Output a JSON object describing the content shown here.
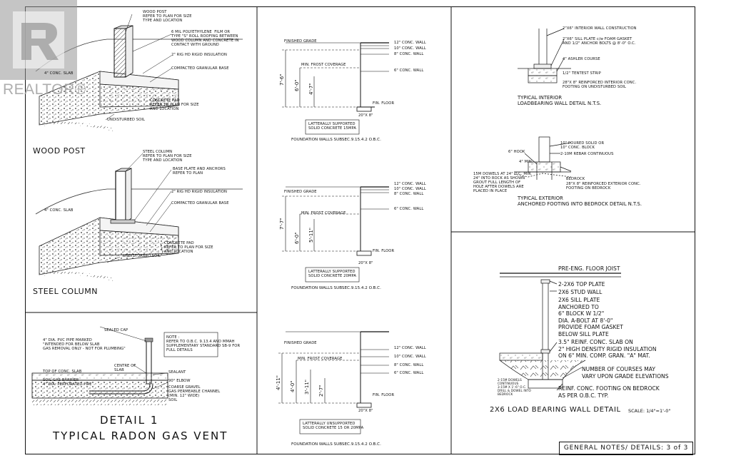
{
  "watermark": {
    "brand": "REALTOR®"
  },
  "wood_post": {
    "title": "WOOD POST",
    "labels": {
      "post": "WOOD POST\nREFER TO PLAN FOR SIZE\nTYPE AND LOCATION",
      "film": "6 MIL POLYETHYLENE  FILM OR\nTYPE \"S\" ROLL ROOFING BETWEEN\nWOOD COLUMN AND CONCRETE IN\nCONTACT WITH GROUND",
      "insulation": "2\" RIG HD RIGID INSULATION",
      "slab": "4\" CONC. SLAB",
      "base": "COMPACTED GRANULAR BASE",
      "pad": "CONCRETE PAD\nREFER TO PLAN FOR SIZE\nAND LOCATION",
      "soil": "UNDISTURBED SOIL"
    }
  },
  "steel_column": {
    "title": "STEEL COLUMN",
    "labels": {
      "column": "STEEL COLUMN\nREFER TO PLAN FOR SIZE\nTYPE AND LOCATION",
      "plate": "BASE PLATE AND ANCHORS\nREFER TO PLAN",
      "insulation": "2\" RIG HD RIGID INSULATION",
      "slab": "4\" CONC. SLAB",
      "base": "COMPACTED GRANULAR BASE",
      "pad": "CONCRETE PAD\nREFER TO PLAN FOR SIZE\nAND LOCATION",
      "soil": "UNDISTURBED SOIL"
    }
  },
  "radon": {
    "labels": {
      "cap": "SEALED CAP",
      "pipe": "4\" DIA. PVC PIPE MARKED\n\"INTENDED FOR BELOW SLAB\nGAS REMOVAL ONLY - NOT FOR PLUMBING\"",
      "note": "NOTE :\nREFER TO O.B.C. 9.13.4 AND MMAH\nSUPPLEMENTARY STANDARD SB-9 FOR\nFULL DETAILS",
      "centre": "CENTRE OF\nSLAB",
      "sealant": "SEALANT",
      "top": "TOP OF CONC. SLAB",
      "elbow": "90° ELBOW",
      "gas_layer": "SOIL GAS BARRIER\n4\" DIA. PERFORATED PIPE",
      "gravel": "COARSE GRAVEL\nGAS PERMEABLE CHANNEL\n(MIN. 12\" WIDE)",
      "soil": "SOIL"
    },
    "title": "DETAIL 1",
    "subtitle": "TYPICAL RADON GAS VENT"
  },
  "foundation_1": {
    "labels": {
      "grade": "FINISHED GRADE",
      "frost": "MIN. FROST COVERAGE",
      "floor": "FIN. FLOOR",
      "footing": "20\"X 8\""
    },
    "walls": [
      "12\" CONC. WALL",
      "10\" CONC. WALL",
      "8\" CONC. WALL",
      "6\" CONC. WALL"
    ],
    "dims": [
      "7'-6\"",
      "6'-0\"",
      "4'-7\""
    ],
    "note": "LATTERALLY SUPPORTED\nSOLID CONCRETE 15MPA",
    "caption": "FOUNDATION WALLS SUBSEC.9.15.4.2 O.B.C."
  },
  "foundation_2": {
    "labels": {
      "grade": "FINISHED GRADE",
      "frost": "MIN. FROST COVERAGE",
      "floor": "FIN. FLOOR",
      "footing": "20\"X 8\""
    },
    "walls": [
      "12\" CONC. WALL",
      "10\" CONC. WALL",
      "8\" CONC. WALL",
      "6\" CONC. WALL"
    ],
    "dims": [
      "7'-7\"",
      "6'-0\"",
      "5'-11\""
    ],
    "note": "LATTERALLY SUPPORTED\nSOLID CONCRETE 20MPA",
    "caption": "FOUNDATION WALLS SUBSEC.9.15.4.2 O.B.C."
  },
  "foundation_3": {
    "labels": {
      "grade": "FINISHED GRADE",
      "frost": "MIN. FROST COVERAGE",
      "floor": "FIN. FLOOR",
      "footing": "20\"X 8\""
    },
    "walls": [
      "12\" CONC. WALL",
      "10\" CONC. WALL",
      "8\" CONC. WALL",
      "6\" CONC. WALL"
    ],
    "dims": [
      "4'-11\"",
      "4'-0\"",
      "3'-11\"",
      "2'-7\""
    ],
    "note": "LATTERALLY UNSUPPORTED\nSOLID CONCRETE 15 OR 20MPA",
    "caption": "FOUNDATION WALLS SUBSEC.9.15.4.2 O.B.C."
  },
  "interior_wall": {
    "labels": {
      "wall": "2\"X6\" INTERIOR WALL CONSTRUCTION",
      "sill": "2\"X6\" SILL PLATE c/w FOAM GASKET\nAND 1/2\" ANCHOR BOLTS @ 8'-0\" O.C.",
      "ashlar": "4\" ASHLER COURSE",
      "strip": "1/2\" TENTEST STRIP",
      "footing": "28\"X 8\" REINFORCED INTERIOR CONC.\nFOOTING ON UNDISTURBED SOIL"
    },
    "caption": "TYPICAL INTERIOR\nLOADBEARING WALL DETAIL N.T.S."
  },
  "exterior_footing": {
    "labels": {
      "block": "10\" POURED SOLID OR\n10\" CONC. BLOCK",
      "rebar": "2-10M REBAR CONTINUOUS",
      "hook": "6\" HOOK",
      "min": "4\" MIN.",
      "dowels": "15M DOWELS AT 24\" O.C. MIN.\n24\" INTO ROCK AS SHOWN\nGROUT FULL LENGTH OF\nHOLE AFTER DOWELS ARE\nPLACED IN PLACE",
      "bedrock": "BEDROCK",
      "footing": "28\"X 8\" REINFORCED EXTERIOR CONC.\nFOOTING ON BEDROCK"
    },
    "caption": "TYPICAL EXTERIOR\nANCHORED FOOTING INTO BEDROCK DETAIL N.T.S."
  },
  "load_bearing": {
    "labels": {
      "joist": "PRE-ENG. FLOOR JOIST",
      "top_plate": "2-2X6 TOP PLATE",
      "stud": "2X6 STUD WALL",
      "sill": "2X6 SILL PLATE\nANCHORED TO\n6\" BLOCK W 1/2\"\nDIA. A-BOLT AT 8'-0\"\nPROVIDE FOAM GASKET\nBELOW SILL PLATE",
      "slab": "3.5\" REINF. CONC. SLAB ON\n2\" HIGH DENSITY RIGID INSULATION\nON 6\" MIN. COMP. GRAN. \"A\" MAT.",
      "courses": "NUMBER OF COURSES MAY\nVARY UPON GRADE ELEVATIONS",
      "footing": "REINF. CONC. FOOTING ON BEDROCK\nAS PER O.B.C. TYP.",
      "dowels": "2-15M DOWELS\nCONTINUOUS\n3-15M X 1'-6\" O.C.\nDRILL & DOWEL INTO\nBEDROCK"
    },
    "title": "2X6 LOAD BEARING WALL DETAIL",
    "scale": "SCALE: 1/4\"=1'-0\""
  },
  "general_notes": {
    "label": "GENERAL NOTES/ DETAILS: 3 of 3"
  }
}
